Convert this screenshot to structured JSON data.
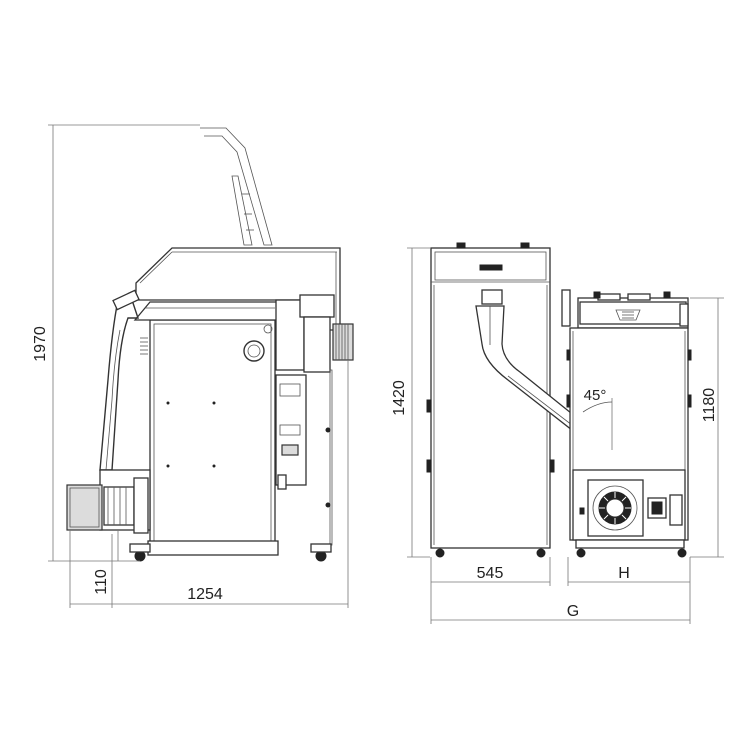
{
  "dimensions": {
    "total_height": "1970",
    "total_length": "1254",
    "base_height": "110",
    "front_height": "1420",
    "front_width": "545",
    "side_height": "1180",
    "side_width": "H",
    "overall_width": "G",
    "angle": "45°"
  }
}
